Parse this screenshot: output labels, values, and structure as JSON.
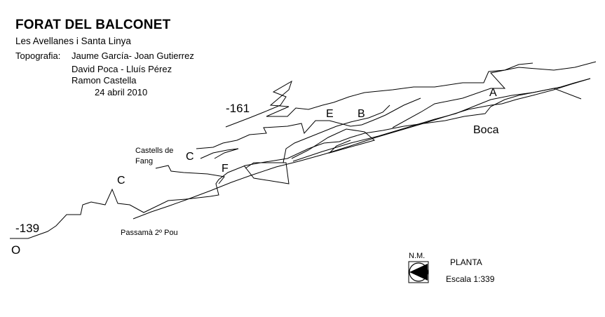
{
  "header": {
    "title": "FORAT DEL BALCONET",
    "subtitle": "Les Avellanes i Santa Linya",
    "topography_label": "Topografia:",
    "topographers": [
      "Jaume García- Joan Gutierrez",
      "David Poca  - Lluís Pérez",
      "Ramon Castella"
    ],
    "date": "24 abril 2010"
  },
  "map_labels": {
    "depth_upper": "-161",
    "depth_lower": "-139",
    "point_a": "A",
    "point_b": "B",
    "point_c_upper": "C",
    "point_c_lower": "C",
    "point_e": "E",
    "point_f": "F",
    "point_o": "O",
    "entrance": "Boca",
    "castells_line1": "Castells de",
    "castells_line2": "Fang",
    "passama": "Passamà 2º Pou"
  },
  "legend": {
    "north_label": "N.M.",
    "north_icon": "north-arrow-icon",
    "view": "PLANTA",
    "scale": "Escala 1:339"
  },
  "colors": {
    "ink": "#000000",
    "background": "#ffffff"
  }
}
